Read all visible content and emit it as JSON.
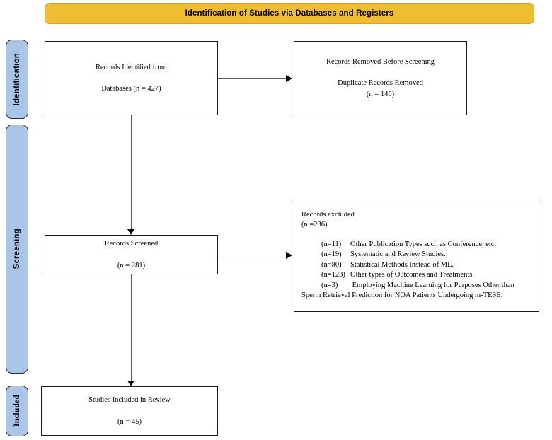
{
  "header": {
    "title": "Identification of Studies via Databases and Registers",
    "color": "#eebe30"
  },
  "stages": {
    "identification": {
      "label": "Identification"
    },
    "screening": {
      "label": "Screening"
    },
    "included": {
      "label": "Included"
    },
    "color": "#a9c5e8"
  },
  "boxes": {
    "records_identified": {
      "line1": "Records Identified from",
      "line2": "Databases (n = 427)"
    },
    "records_removed": {
      "line1": "Records Removed Before Screening",
      "line2": "Duplicate Records Removed",
      "line3": "(n = 146)"
    },
    "records_screened": {
      "line1": "Records Screened",
      "line2": "(n = 281)"
    },
    "records_excluded": {
      "heading1": "Records excluded",
      "heading2": "(n =236)",
      "items": [
        {
          "n": "(n=11)",
          "text": "Other Publication Types such as Conference, etc."
        },
        {
          "n": "(n=19)",
          "text": "Systematic and Review Studies."
        },
        {
          "n": "(n=80)",
          "text": "Statistical Methods Instead of ML."
        },
        {
          "n": "(n=123)",
          "text": "Other types of Outcomes and Treatments."
        },
        {
          "n": "(n=3)",
          "text": "Employing Machine Learning for Purposes Other than Sperm Retrieval Prediction for NOA Patients Undergoing m-TESE."
        }
      ]
    },
    "studies_included": {
      "line1": "Studies Included in Review",
      "line2": "(n = 45)"
    }
  }
}
